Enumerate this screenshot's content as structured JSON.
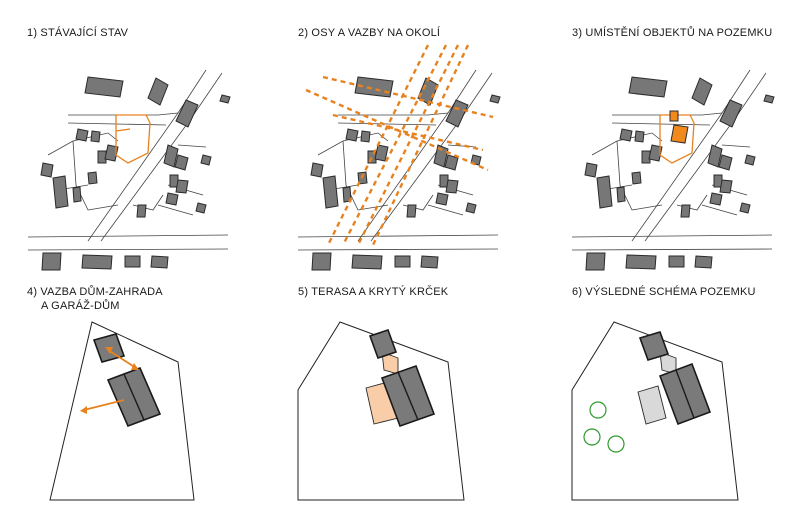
{
  "panels": [
    {
      "id": 1,
      "title_lines": [
        "1) STÁVAJÍCÍ STAV"
      ]
    },
    {
      "id": 2,
      "title_lines": [
        "2) OSY A VAZBY NA OKOLÍ"
      ]
    },
    {
      "id": 3,
      "title_lines": [
        "3) UMÍSTĚNÍ OBJEKTŮ NA POZEMKU"
      ]
    },
    {
      "id": 4,
      "title_lines": [
        "4) VAZBA DŮM-ZAHRADA",
        "A GARÁŽ-DŮM"
      ]
    },
    {
      "id": 5,
      "title_lines": [
        "5) TERASA A KRYTÝ KRČEK"
      ]
    },
    {
      "id": 6,
      "title_lines": [
        "6) VÝSLEDNÉ SCHÉMA POZEMKU"
      ]
    }
  ],
  "colors": {
    "accent": "#e8821e",
    "building": "#777777",
    "terrace": "#f8cda7",
    "tree": "#2e9a2e"
  }
}
